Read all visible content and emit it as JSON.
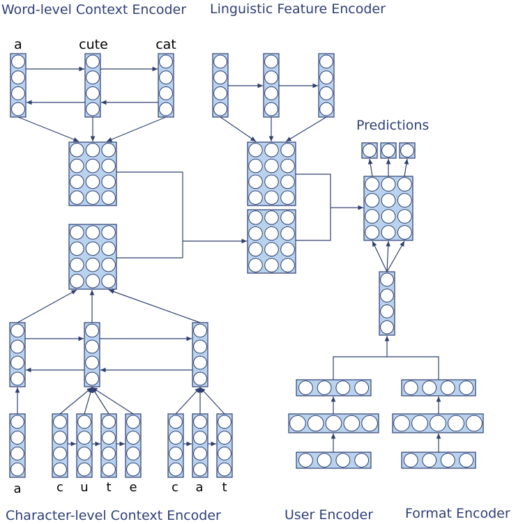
{
  "titles": {
    "word_level": "Word-level Context Encoder",
    "linguistic": "Linguistic Feature Encoder",
    "predictions": "Predictions",
    "character_level": "Character-level Context Encoder",
    "user": "User Encoder",
    "format": "Format Encoder"
  },
  "words": [
    "a",
    "cute",
    "cat"
  ],
  "characters": [
    "a",
    "c",
    "u",
    "t",
    "e",
    "c",
    "a",
    "t"
  ],
  "colors": {
    "cell_fill": "#b9d3ee",
    "outline": "#2b3c6e",
    "title_text": "#2e3f75"
  }
}
